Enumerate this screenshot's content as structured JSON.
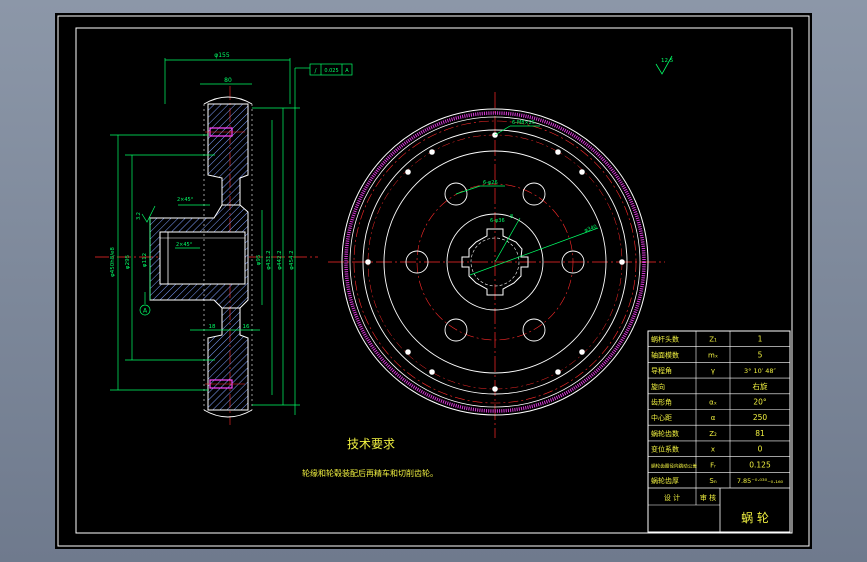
{
  "colors": {
    "background": "#000000",
    "frame": "#ffffff",
    "outline": "#ffffff",
    "dimension": "#00ff66",
    "centerline": "#ff2a2a",
    "hatch": "#7fa0ff",
    "magenta": "#ff44ff",
    "table_text": "#f0f040"
  },
  "section_view": {
    "dims": {
      "top_width": "φ155",
      "top_small": "80",
      "chamfer_top": "2×45°",
      "chamfer_mid": "2×45°",
      "left_dia_1": "φ450h8/e8",
      "left_dia_2": "φ295",
      "bore_label": "φ112",
      "right_a": "φ95",
      "right_b": "φ431.2",
      "right_c": "φ442.2",
      "right_d": "φ454.2",
      "bottom_left": "18",
      "bottom_right": "16",
      "tolerance_box": "0.025",
      "tolerance_sym": "/",
      "datum": "A",
      "roughness_small": "3.2"
    }
  },
  "front_view": {
    "labels": {
      "outer_holes": "6-M8×25",
      "inner_holes": "6-φ26",
      "spline": "6-φ36",
      "hole_pcd": "φ340",
      "key": "8"
    }
  },
  "roughness_global": "12.5",
  "technical": {
    "title": "技术要求",
    "text": "轮缘和轮毂装配后再精车和切削齿轮。"
  },
  "table": {
    "rows": [
      {
        "name": "蜗杆头数",
        "symbol": "Z₁",
        "value": "1"
      },
      {
        "name": "轴面模数",
        "symbol": "mₓ",
        "value": "5"
      },
      {
        "name": "导程角",
        "symbol": "γ",
        "value": "3° 10′ 48″"
      },
      {
        "name": "旋向",
        "symbol": "",
        "value": "右旋"
      },
      {
        "name": "齿形角",
        "symbol": "αₓ",
        "value": "20°"
      },
      {
        "name": "中心距",
        "symbol": "α",
        "value": "250"
      },
      {
        "name": "蜗轮齿数",
        "symbol": "Z₂",
        "value": "81"
      },
      {
        "name": "变位系数",
        "symbol": "x",
        "value": "0"
      },
      {
        "name": "蜗轮齿圈径向跳动公差",
        "symbol": "Fᵣ",
        "value": "0.125"
      },
      {
        "name": "蜗轮齿厚",
        "symbol": "Sₙ",
        "value": "7.85⁻⁰·⁰³⁰₋₀.₁₆₀"
      }
    ],
    "footer": {
      "design": "设 计",
      "check": "审 核",
      "part_name": "蜗 轮"
    }
  }
}
